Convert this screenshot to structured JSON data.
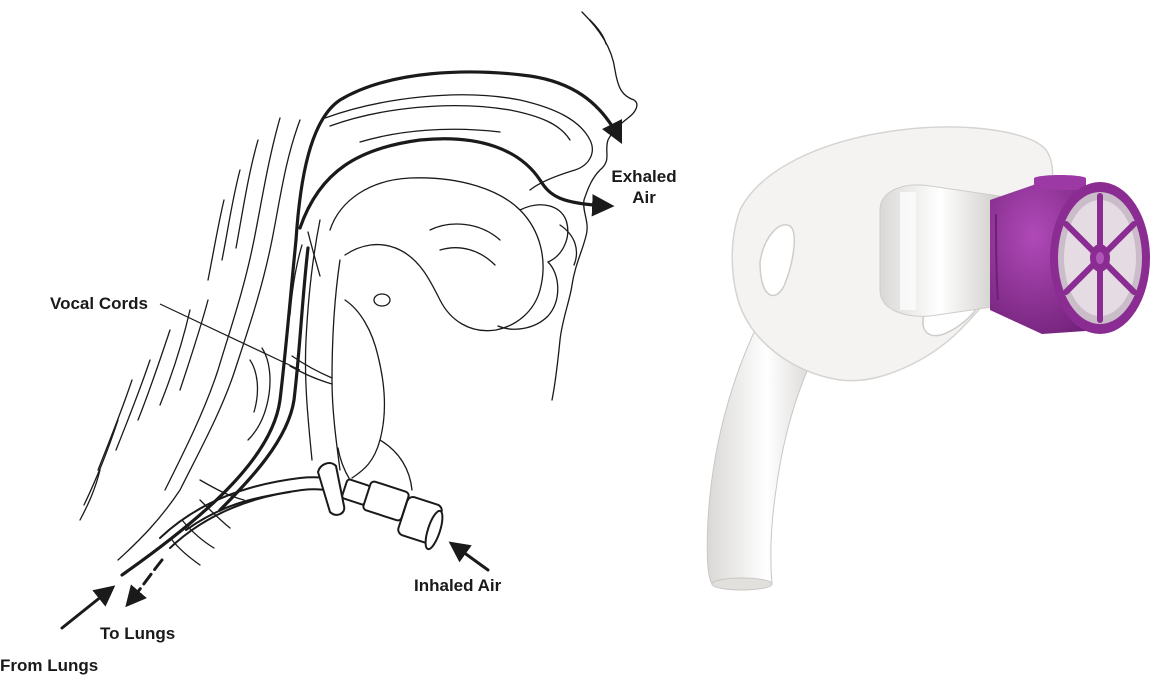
{
  "labels": {
    "exhaled_line1": "Exhaled",
    "exhaled_line2": "Air",
    "vocal_cords": "Vocal Cords",
    "inhaled_air": "Inhaled Air",
    "to_lungs": "To Lungs",
    "from_lungs": "From Lungs"
  },
  "colors": {
    "line": "#1a1a1a",
    "valve_purple": "#8a2c92",
    "flange_white": "#f4f3f2"
  }
}
